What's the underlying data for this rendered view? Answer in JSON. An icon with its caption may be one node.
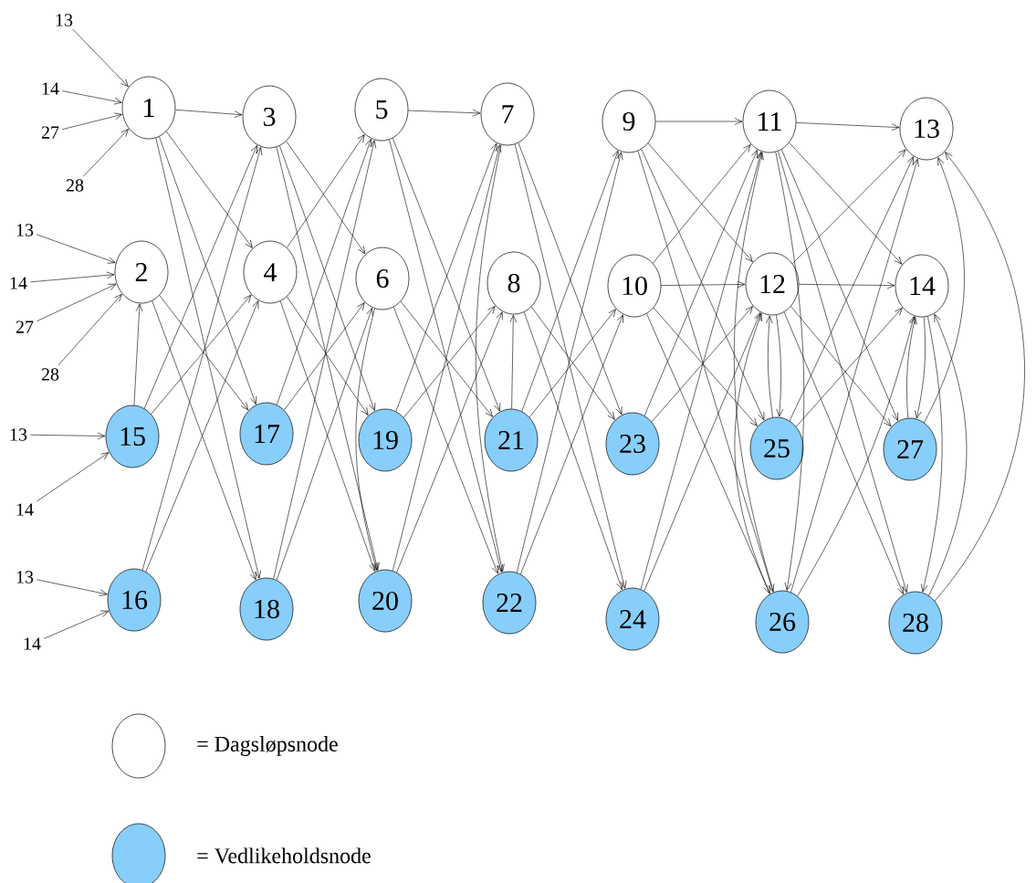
{
  "diagram": {
    "nodes": [
      {
        "text": [
          "1"
        ]
      },
      {
        "text": [
          "2"
        ]
      },
      {
        "text": [
          "3"
        ]
      },
      {
        "text": [
          "4"
        ]
      },
      {
        "text": [
          "5"
        ]
      },
      {
        "text": [
          "6"
        ]
      },
      {
        "text": [
          "7"
        ]
      },
      {
        "text": [
          "8"
        ]
      },
      {
        "text": [
          "9"
        ]
      },
      {
        "text": [
          "10"
        ]
      },
      {
        "text": [
          "11"
        ]
      },
      {
        "text": [
          "12"
        ]
      },
      {
        "text": [
          "13"
        ]
      },
      {
        "text": [
          "14"
        ]
      },
      {
        "text": [
          "15"
        ]
      },
      {
        "text": [
          "16"
        ]
      },
      {
        "text": [
          "17"
        ]
      },
      {
        "text": [
          "18"
        ]
      },
      {
        "text": [
          "19"
        ]
      },
      {
        "text": [
          "20"
        ]
      },
      {
        "text": [
          "21"
        ]
      },
      {
        "text": [
          "22"
        ]
      },
      {
        "text": [
          "23"
        ]
      },
      {
        "text": [
          "24"
        ]
      },
      {
        "text": [
          "25"
        ]
      },
      {
        "text": [
          "26"
        ]
      },
      {
        "text": [
          "27"
        ]
      },
      {
        "text": [
          "28"
        ]
      },
      {
        "text": [
          "13"
        ]
      },
      {
        "text": [
          "14"
        ]
      },
      {
        "text": [
          "27"
        ]
      },
      {
        "text": [
          "28"
        ]
      },
      {
        "text": [
          "13"
        ]
      },
      {
        "text": [
          "14"
        ]
      },
      {
        "text": [
          "27"
        ]
      },
      {
        "text": [
          "28"
        ]
      },
      {
        "text": [
          "13"
        ]
      },
      {
        "text": [
          "14"
        ]
      },
      {
        "text": [
          "13"
        ]
      },
      {
        "text": [
          "14"
        ]
      }
    ],
    "edges": [
      {
        "from": 28,
        "to": 0,
        "arrow": "to"
      },
      {
        "from": 29,
        "to": 0,
        "arrow": "to"
      },
      {
        "from": 30,
        "to": 0,
        "arrow": "to"
      },
      {
        "from": 31,
        "to": 0,
        "arrow": "to"
      },
      {
        "from": 32,
        "to": 1,
        "arrow": "to"
      },
      {
        "from": 33,
        "to": 1,
        "arrow": "to"
      },
      {
        "from": 34,
        "to": 1,
        "arrow": "to"
      },
      {
        "from": 35,
        "to": 1,
        "arrow": "to"
      },
      {
        "from": 36,
        "to": 14,
        "arrow": "to"
      },
      {
        "from": 37,
        "to": 14,
        "arrow": "to"
      },
      {
        "from": 38,
        "to": 15,
        "arrow": "to"
      },
      {
        "from": 39,
        "to": 15,
        "arrow": "to"
      },
      {
        "from": 0,
        "to": 2,
        "arrow": "to"
      },
      {
        "from": 0,
        "to": 3,
        "arrow": "to"
      },
      {
        "from": 0,
        "to": 16,
        "arrow": "to"
      },
      {
        "from": 0,
        "to": 17,
        "arrow": "to"
      },
      {
        "from": 1,
        "to": 16,
        "arrow": "to"
      },
      {
        "from": 1,
        "to": 17,
        "arrow": "to"
      },
      {
        "from": 14,
        "to": 1,
        "arrow": "to"
      },
      {
        "from": 14,
        "to": 2,
        "arrow": "to"
      },
      {
        "from": 14,
        "to": 3,
        "arrow": "to"
      },
      {
        "from": 15,
        "to": 2,
        "arrow": "to"
      },
      {
        "from": 15,
        "to": 3,
        "arrow": "to"
      },
      {
        "from": 2,
        "to": 5,
        "arrow": "to"
      },
      {
        "from": 2,
        "to": 18,
        "arrow": "to"
      },
      {
        "from": 2,
        "to": 19,
        "arrow": "to"
      },
      {
        "from": 3,
        "to": 4,
        "arrow": "to"
      },
      {
        "from": 3,
        "to": 18,
        "arrow": "to"
      },
      {
        "from": 3,
        "to": 19,
        "arrow": "to"
      },
      {
        "from": 16,
        "to": 4,
        "arrow": "to"
      },
      {
        "from": 16,
        "to": 5,
        "arrow": "to"
      },
      {
        "from": 17,
        "to": 4,
        "arrow": "to"
      },
      {
        "from": 17,
        "to": 5,
        "arrow": "to"
      },
      {
        "from": 5,
        "to": 19,
        "arrow": "to"
      },
      {
        "from": 4,
        "to": 6,
        "arrow": "to"
      },
      {
        "from": 4,
        "to": 20,
        "arrow": "to"
      },
      {
        "from": 4,
        "to": 21,
        "arrow": "to"
      },
      {
        "from": 5,
        "to": 20,
        "arrow": "to"
      },
      {
        "from": 5,
        "to": 21,
        "arrow": "to"
      },
      {
        "from": 18,
        "to": 6,
        "arrow": "to"
      },
      {
        "from": 18,
        "to": 7,
        "arrow": "to"
      },
      {
        "from": 19,
        "to": 6,
        "arrow": "to"
      },
      {
        "from": 19,
        "to": 7,
        "arrow": "to"
      },
      {
        "from": 6,
        "to": 21,
        "arrow": "to"
      },
      {
        "from": 6,
        "to": 22,
        "arrow": "to"
      },
      {
        "from": 6,
        "to": 23,
        "arrow": "to"
      },
      {
        "from": 7,
        "to": 22,
        "arrow": "to"
      },
      {
        "from": 7,
        "to": 23,
        "arrow": "to"
      },
      {
        "from": 20,
        "to": 7,
        "arrow": "to"
      },
      {
        "from": 20,
        "to": 8,
        "arrow": "to"
      },
      {
        "from": 20,
        "to": 9,
        "arrow": "to"
      },
      {
        "from": 21,
        "to": 8,
        "arrow": "to"
      },
      {
        "from": 21,
        "to": 9,
        "arrow": "to"
      },
      {
        "from": 8,
        "to": 10,
        "arrow": "to"
      },
      {
        "from": 8,
        "to": 11,
        "arrow": "to"
      },
      {
        "from": 8,
        "to": 24,
        "arrow": "to"
      },
      {
        "from": 8,
        "to": 25,
        "arrow": "to"
      },
      {
        "from": 9,
        "to": 10,
        "arrow": "to"
      },
      {
        "from": 9,
        "to": 11,
        "arrow": "to"
      },
      {
        "from": 9,
        "to": 24,
        "arrow": "to"
      },
      {
        "from": 9,
        "to": 25,
        "arrow": "to"
      },
      {
        "from": 22,
        "to": 10,
        "arrow": "to"
      },
      {
        "from": 22,
        "to": 11,
        "arrow": "to"
      },
      {
        "from": 23,
        "to": 10,
        "arrow": "to"
      },
      {
        "from": 23,
        "to": 11,
        "arrow": "to"
      },
      {
        "from": 10,
        "to": 12,
        "arrow": "to"
      },
      {
        "from": 10,
        "to": 13,
        "arrow": "to"
      },
      {
        "from": 10,
        "to": 25,
        "arrow": "to"
      },
      {
        "from": 10,
        "to": 26,
        "arrow": "to"
      },
      {
        "from": 10,
        "to": 27,
        "arrow": "to"
      },
      {
        "from": 11,
        "to": 12,
        "arrow": "to"
      },
      {
        "from": 11,
        "to": 13,
        "arrow": "to"
      },
      {
        "from": 11,
        "to": 24,
        "arrow": "to"
      },
      {
        "from": 11,
        "to": 26,
        "arrow": "to"
      },
      {
        "from": 11,
        "to": 27,
        "arrow": "to"
      },
      {
        "from": 24,
        "to": 11,
        "arrow": "to"
      },
      {
        "from": 24,
        "to": 12,
        "arrow": "to"
      },
      {
        "from": 24,
        "to": 13,
        "arrow": "to"
      },
      {
        "from": 25,
        "to": 10,
        "arrow": "to"
      },
      {
        "from": 25,
        "to": 11,
        "arrow": "to"
      },
      {
        "from": 25,
        "to": 12,
        "arrow": "to"
      },
      {
        "from": 25,
        "to": 13,
        "arrow": "to"
      },
      {
        "from": 26,
        "to": 12,
        "arrow": "to"
      },
      {
        "from": 26,
        "to": 13,
        "arrow": "to"
      },
      {
        "from": 13,
        "to": 26,
        "arrow": "to"
      },
      {
        "from": 13,
        "to": 27,
        "arrow": "to"
      },
      {
        "from": 27,
        "to": 13,
        "arrow": "to"
      },
      {
        "from": 27,
        "to": 12,
        "arrow": "to"
      }
    ],
    "legend": [
      {
        "text": "= Dagsløpsnode"
      },
      {
        "text": "= Vedlikeholdsnode",
        "color": "#87cefa"
      }
    ]
  }
}
